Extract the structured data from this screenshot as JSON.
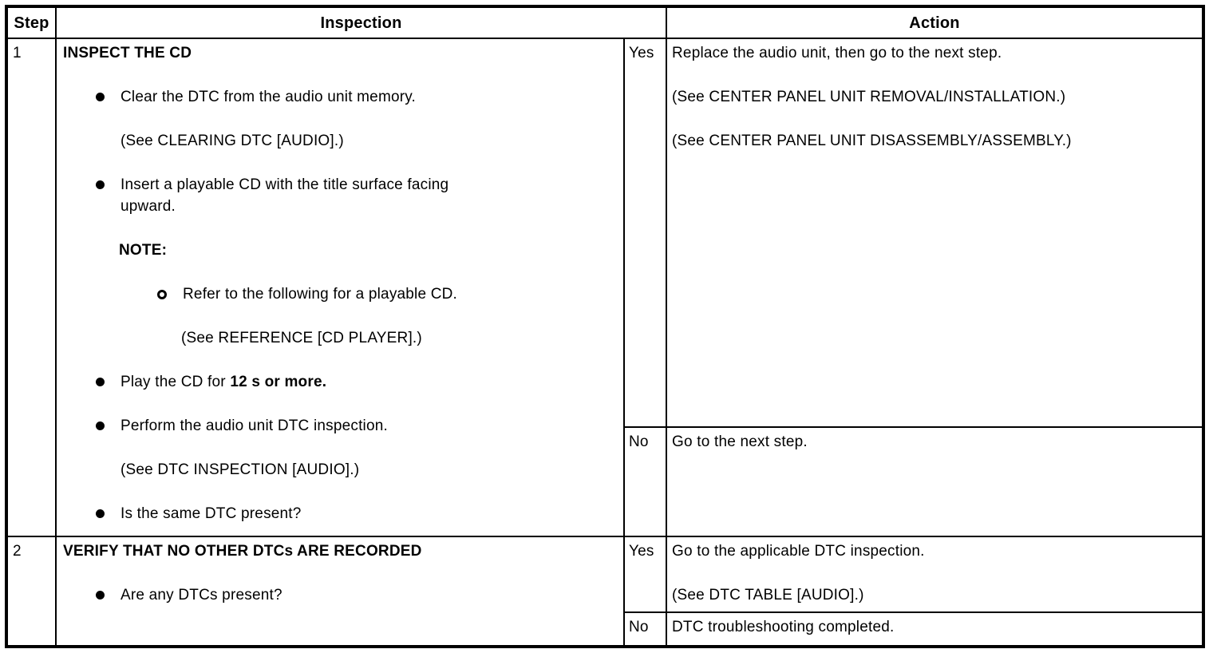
{
  "header": {
    "step": "Step",
    "inspection": "Inspection",
    "action": "Action"
  },
  "row1": {
    "step": "1",
    "title": "INSPECT THE CD",
    "bullet_clear": "Clear the DTC from the audio unit memory.",
    "see_clearing": "(See CLEARING DTC [AUDIO].)",
    "bullet_insert_line1": "Insert a playable CD with the title surface facing",
    "bullet_insert_line2": "upward.",
    "note_label": "NOTE:",
    "note_bullet": "Refer to the following for a playable CD.",
    "note_see": "(See REFERENCE [CD PLAYER].)",
    "bullet_play_pre": "Play the CD for ",
    "bullet_play_bold": "12 s or more.",
    "bullet_perform": "Perform the audio unit DTC inspection.",
    "see_dtc_inspection": "(See DTC INSPECTION [AUDIO].)",
    "bullet_same_dtc": "Is the same DTC present?",
    "yes_label": "Yes",
    "yes_line1": "Replace the audio unit, then go to the next step.",
    "yes_line2": "(See CENTER PANEL UNIT REMOVAL/INSTALLATION.)",
    "yes_line3": "(See CENTER PANEL UNIT DISASSEMBLY/ASSEMBLY.)",
    "no_label": "No",
    "no_line1": "Go to the next step."
  },
  "row2": {
    "step": "2",
    "title": "VERIFY THAT NO OTHER DTCs ARE RECORDED",
    "bullet_any_dtc": "Are any DTCs present?",
    "yes_label": "Yes",
    "yes_line1": "Go to the applicable DTC inspection.",
    "yes_line2": "(See DTC TABLE [AUDIO].)",
    "no_label": "No",
    "no_line1": "DTC troubleshooting completed."
  },
  "colors": {
    "foreground": "#000000",
    "background": "#ffffff"
  }
}
